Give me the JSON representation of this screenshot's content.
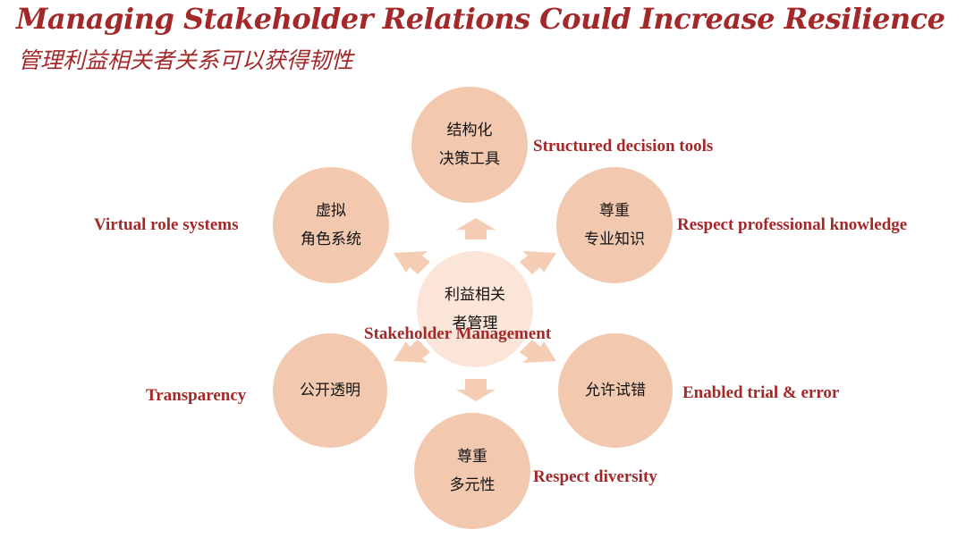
{
  "title": {
    "english": "Managing Stakeholder Relations Could Increase Resilience",
    "chinese": "管理利益相关者关系可以获得韧性"
  },
  "center": {
    "line1": "利益相关",
    "line2": "者管理",
    "english_label": "Stakeholder Management"
  },
  "nodes": {
    "top": {
      "line1": "结构化",
      "line2": "决策工具",
      "label": "Structured decision tools"
    },
    "upper_right": {
      "line1": "尊重",
      "line2": "专业知识",
      "label": "Respect professional knowledge"
    },
    "lower_right": {
      "line1": "允许试错",
      "label": "Enabled trial & error"
    },
    "bottom": {
      "line1": "尊重",
      "line2": "多元性",
      "label": "Respect diversity"
    },
    "lower_left": {
      "line1": "公开透明",
      "label": "Transparency"
    },
    "upper_left": {
      "line1": "虚拟",
      "line2": "角色系统",
      "label": "Virtual role systems"
    }
  },
  "colors": {
    "title": "#a3282a",
    "label": "#a3282a",
    "node_fill": "#f2c9af",
    "center_fill": "#fbe5d8",
    "arrow_fill": "#f5cdb5"
  }
}
